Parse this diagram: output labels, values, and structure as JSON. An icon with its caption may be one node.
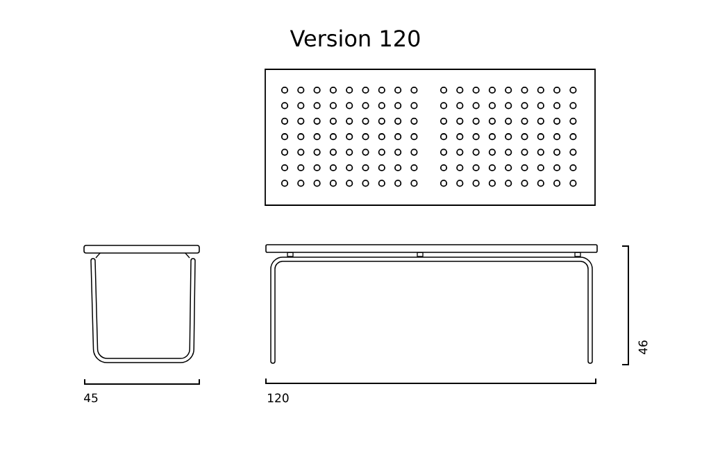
{
  "diagram": {
    "title": "Version 120",
    "labels": [
      "45",
      "120",
      "46"
    ]
  }
}
